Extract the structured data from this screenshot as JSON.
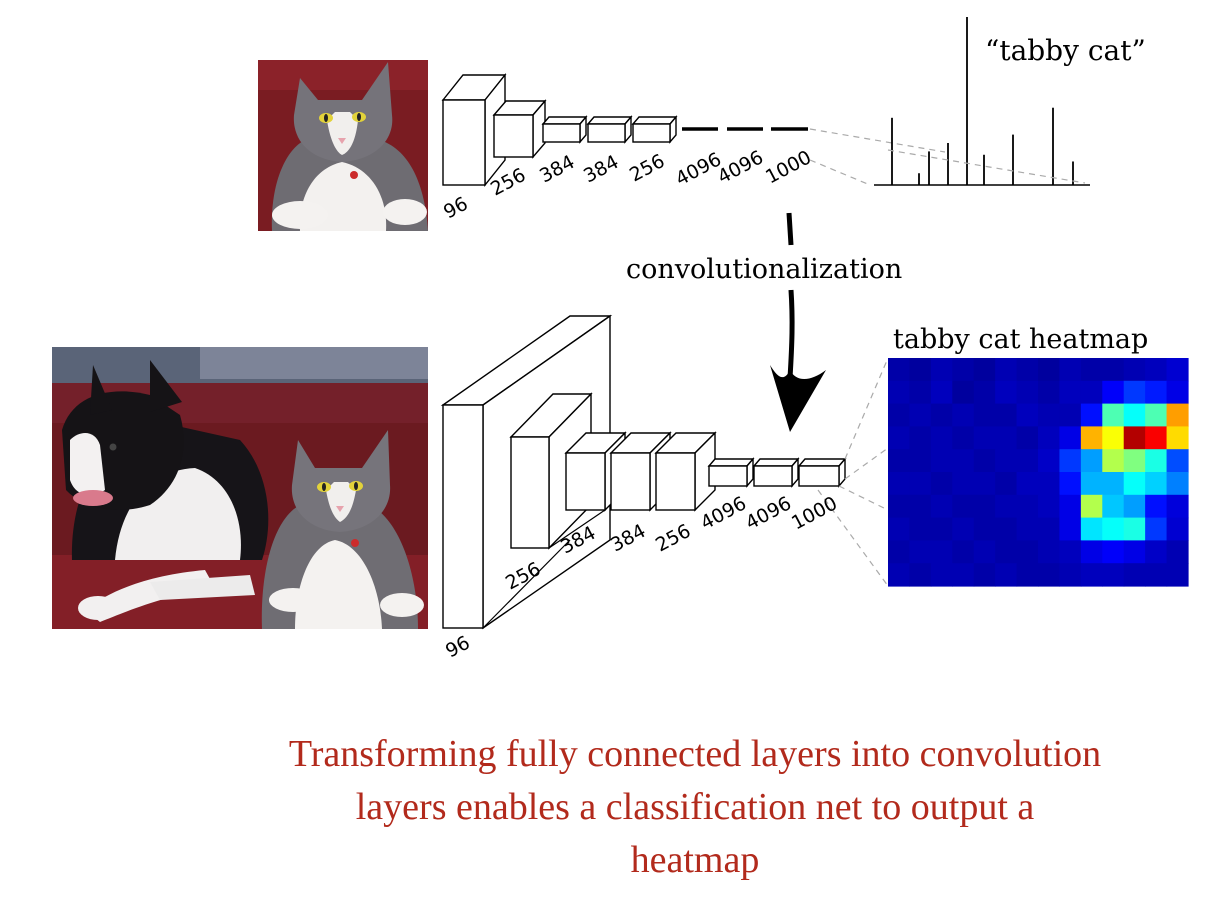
{
  "top_net": {
    "layer_labels": [
      "96",
      "256",
      "384",
      "384",
      "256",
      "4096",
      "4096",
      "1000"
    ],
    "output_label": "“tabby cat”",
    "output_bars": [
      0.4,
      0.07,
      0.2,
      0.25,
      1.0,
      0.18,
      0.3,
      0.46,
      0.14
    ]
  },
  "bottom_net": {
    "layer_labels": [
      "96",
      "256",
      "384",
      "384",
      "256",
      "4096",
      "4096",
      "1000"
    ],
    "output_label": "tabby cat heatmap"
  },
  "transform_label": "convolutionalization",
  "heatmap": {
    "grid": [
      [
        0.04,
        0.03,
        0.05,
        0.04,
        0.03,
        0.05,
        0.04,
        0.03,
        0.05,
        0.04,
        0.04,
        0.05,
        0.06,
        0.08
      ],
      [
        0.05,
        0.04,
        0.06,
        0.03,
        0.04,
        0.06,
        0.05,
        0.04,
        0.06,
        0.06,
        0.12,
        0.18,
        0.15,
        0.1
      ],
      [
        0.04,
        0.05,
        0.04,
        0.05,
        0.04,
        0.04,
        0.06,
        0.05,
        0.05,
        0.14,
        0.45,
        0.38,
        0.45,
        0.72
      ],
      [
        0.05,
        0.04,
        0.05,
        0.04,
        0.05,
        0.05,
        0.04,
        0.06,
        0.1,
        0.7,
        0.62,
        0.95,
        0.88,
        0.66
      ],
      [
        0.04,
        0.04,
        0.05,
        0.05,
        0.04,
        0.05,
        0.05,
        0.07,
        0.18,
        0.28,
        0.55,
        0.5,
        0.4,
        0.2
      ],
      [
        0.05,
        0.05,
        0.04,
        0.05,
        0.05,
        0.04,
        0.06,
        0.06,
        0.14,
        0.3,
        0.3,
        0.38,
        0.33,
        0.25
      ],
      [
        0.04,
        0.04,
        0.05,
        0.04,
        0.04,
        0.05,
        0.05,
        0.06,
        0.1,
        0.55,
        0.32,
        0.28,
        0.14,
        0.09
      ],
      [
        0.05,
        0.04,
        0.04,
        0.05,
        0.04,
        0.04,
        0.05,
        0.05,
        0.1,
        0.35,
        0.38,
        0.4,
        0.18,
        0.08
      ],
      [
        0.04,
        0.05,
        0.05,
        0.04,
        0.05,
        0.04,
        0.04,
        0.05,
        0.06,
        0.1,
        0.12,
        0.1,
        0.07,
        0.05
      ],
      [
        0.05,
        0.04,
        0.05,
        0.05,
        0.04,
        0.05,
        0.04,
        0.04,
        0.05,
        0.06,
        0.06,
        0.05,
        0.05,
        0.05
      ]
    ]
  },
  "caption": {
    "line1": "Transforming fully connected layers into convolution",
    "line2": "layers enables a classification net to output a",
    "line3": "heatmap"
  }
}
